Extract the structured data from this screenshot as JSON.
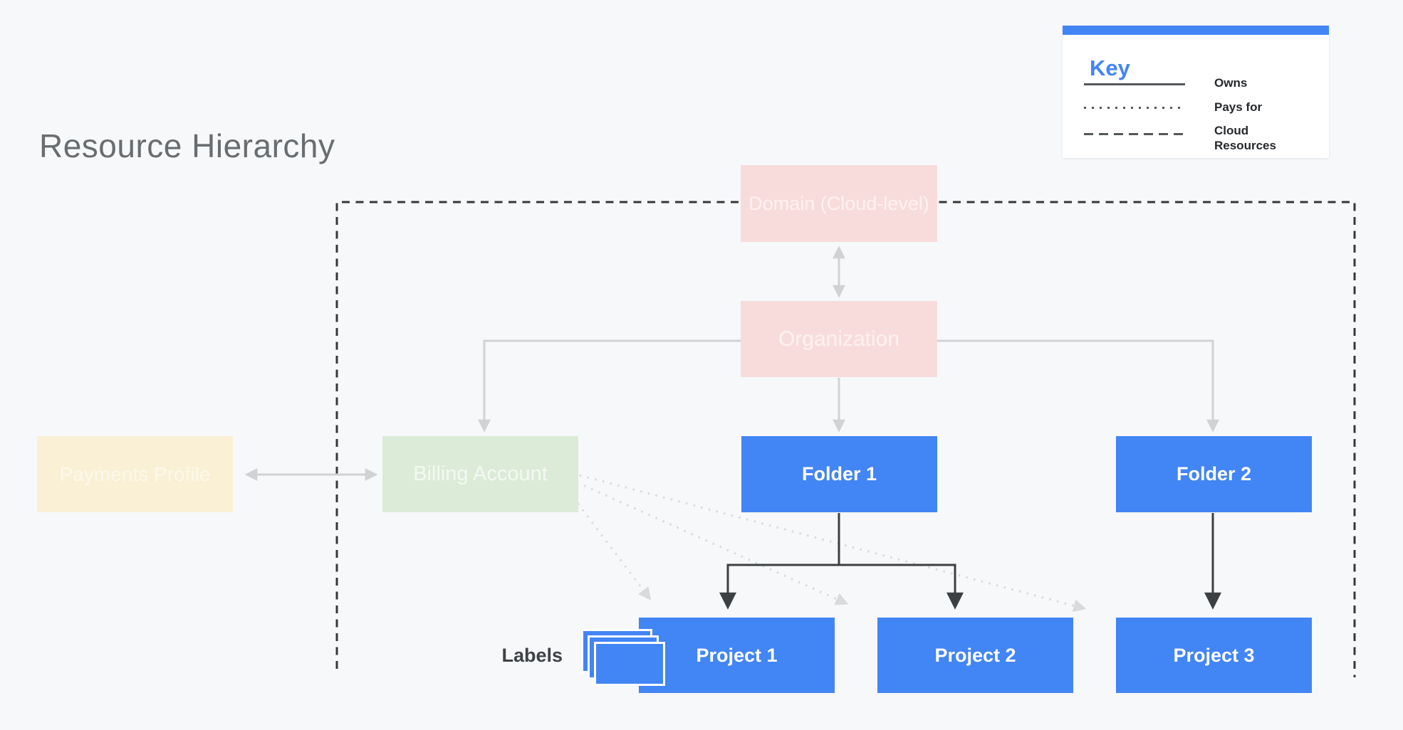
{
  "title": "Resource Hierarchy",
  "key": {
    "title": "Key",
    "items": [
      {
        "label": "Owns",
        "line_style": "solid"
      },
      {
        "label": "Pays for",
        "line_style": "dotted"
      },
      {
        "label": "Cloud Resources",
        "line_style": "dashed"
      }
    ]
  },
  "nodes": {
    "domain": {
      "label": "Domain (Cloud-level)",
      "kind": "domain"
    },
    "organization": {
      "label": "Organization",
      "kind": "organization"
    },
    "payments_profile": {
      "label": "Payments Profile",
      "kind": "payments-profile"
    },
    "billing_account": {
      "label": "Billing Account",
      "kind": "billing-account"
    },
    "folder1": {
      "label": "Folder 1",
      "kind": "folder"
    },
    "folder2": {
      "label": "Folder 2",
      "kind": "folder"
    },
    "project1": {
      "label": "Project 1",
      "kind": "project"
    },
    "project2": {
      "label": "Project 2",
      "kind": "project"
    },
    "project3": {
      "label": "Project 3",
      "kind": "project"
    }
  },
  "annotations": {
    "labels": "Labels"
  },
  "colors": {
    "background": "#f6f8fa",
    "accent_blue": "#4285f4",
    "box_pink": "#f8dcdb",
    "box_cream": "#faf0d5",
    "box_green": "#dcebd8",
    "box_blue": "#4285f4",
    "owns_line_gray": "#d0d2d4",
    "hierarchy_line_dark": "#3c4043",
    "boundary_line": "#35383b",
    "pays_for_dotted": "#d8dadc",
    "title_gray": "#6a6d6f"
  }
}
